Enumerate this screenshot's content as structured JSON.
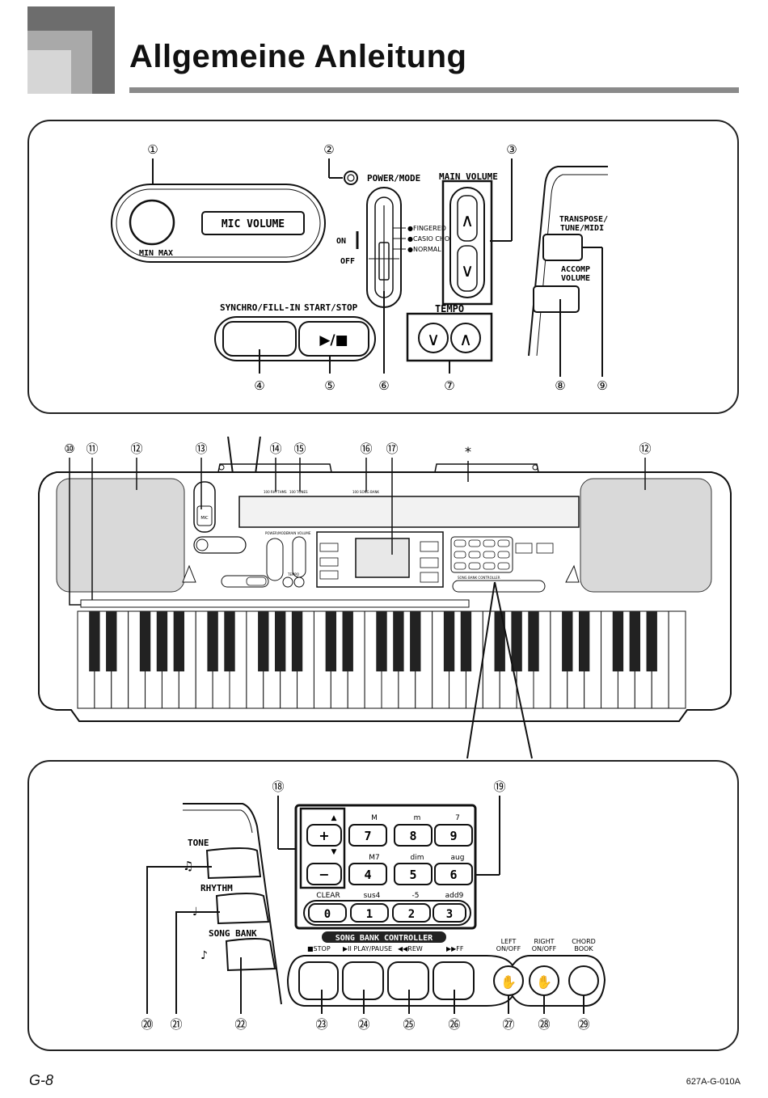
{
  "page": {
    "title": "Allgemeine Anleitung",
    "page_number": "G-8",
    "doc_code": "627A-G-010A"
  },
  "top_panel": {
    "callouts": [
      "①",
      "②",
      "③",
      "④",
      "⑤",
      "⑥",
      "⑦",
      "⑧",
      "⑨"
    ],
    "mic_volume": "MIC VOLUME",
    "min": "MIN",
    "max": "MAX",
    "power_mode": "POWER/MODE",
    "main_volume": "MAIN VOLUME",
    "on": "ON",
    "off": "OFF",
    "mode_fingered": "●FINGERED",
    "mode_casio": "●CASIO CHORD",
    "mode_normal": "●NORMAL",
    "synchro": "SYNCHRO/FILL-IN",
    "start_stop": "START/STOP",
    "start_stop_symbol": "▶/■",
    "tempo": "TEMPO",
    "transpose": "TRANSPOSE/",
    "tune_midi": "TUNE/MIDI",
    "accomp": "ACCOMP",
    "volume": "VOLUME"
  },
  "keyboard": {
    "callouts": [
      "⑩",
      "⑪",
      "⑫",
      "⑬",
      "⑭",
      "⑮",
      "⑯",
      "⑰",
      "*",
      "⑫"
    ],
    "white_keys": 36,
    "mini_labels": [
      "100 RHYTHMS",
      "100 TONES",
      "100 SONG BANK",
      "MIC",
      "POWER/MODE",
      "MAIN VOLUME",
      "TEMPO",
      "SONG BANK CONTROLLER"
    ]
  },
  "bottom_panel": {
    "callouts_top": [
      "⑱",
      "⑲"
    ],
    "callouts_bottom": [
      "⑳",
      "㉑",
      "㉒",
      "㉓",
      "㉔",
      "㉕",
      "㉖",
      "㉗",
      "㉘",
      "㉙"
    ],
    "tone": "TONE",
    "rhythm": "RHYTHM",
    "song_bank": "SONG BANK",
    "chord_row1": [
      "M",
      "m",
      "7"
    ],
    "chord_row2": [
      "M7",
      "dim",
      "aug"
    ],
    "chord_row3": [
      "CLEAR",
      "sus4",
      "-5",
      "add9"
    ],
    "up": "▲",
    "down": "▼",
    "plus": "+",
    "minus": "−",
    "keys_row1": [
      "7",
      "8",
      "9"
    ],
    "keys_row2": [
      "4",
      "5",
      "6"
    ],
    "keys_row3": [
      "0",
      "1",
      "2",
      "3"
    ],
    "controller": "SONG BANK CONTROLLER",
    "ctl_stop": "■STOP",
    "ctl_play": "▶II PLAY/PAUSE",
    "ctl_rew": "◀◀REW",
    "ctl_ff": "▶▶FF",
    "left_onoff": [
      "LEFT",
      "ON/OFF"
    ],
    "right_onoff": [
      "RIGHT",
      "ON/OFF"
    ],
    "chord_book": [
      "CHORD",
      "BOOK"
    ]
  }
}
